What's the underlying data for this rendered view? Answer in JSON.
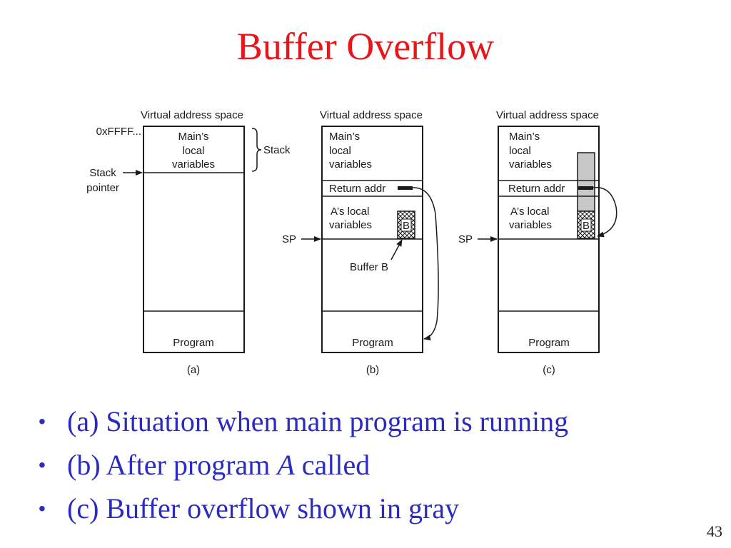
{
  "slide": {
    "title": "Buffer Overflow",
    "page_number": "43"
  },
  "diagram": {
    "panels": [
      {
        "header": "Virtual address space",
        "main_locals": [
          "Main’s",
          "local",
          "variables"
        ],
        "program": "Program",
        "caption": "(a)",
        "address": "0xFFFF...",
        "stack_label": "Stack",
        "stack_pointer": [
          "Stack",
          "pointer"
        ]
      },
      {
        "header": "Virtual address space",
        "main_locals": [
          "Main’s",
          "local",
          "variables"
        ],
        "return_addr": "Return addr",
        "a_locals": [
          "A’s local",
          "variables"
        ],
        "buffer_letter": "B",
        "sp": "SP",
        "buffer_label": "Buffer B",
        "program": "Program",
        "caption": "(b)"
      },
      {
        "header": "Virtual address space",
        "main_locals": [
          "Main’s",
          "local",
          "variables"
        ],
        "return_addr": "Return addr",
        "a_locals": [
          "A’s local",
          "variables"
        ],
        "buffer_letter": "B",
        "sp": "SP",
        "program": "Program",
        "caption": "(c)",
        "overflow_color": "#c8c8c8"
      }
    ]
  },
  "bullets": [
    {
      "prefix": "(a) Situation when main program is running",
      "italic": "",
      "suffix": ""
    },
    {
      "prefix": "(b) After program ",
      "italic": "A",
      "suffix": " called"
    },
    {
      "prefix": "(c) Buffer overflow shown in gray",
      "italic": "",
      "suffix": ""
    }
  ],
  "colors": {
    "title": "#e8161a",
    "bullet_text": "#2b2bc0",
    "line": "#1a1a1a",
    "overflow_gray": "#c8c8c8"
  }
}
